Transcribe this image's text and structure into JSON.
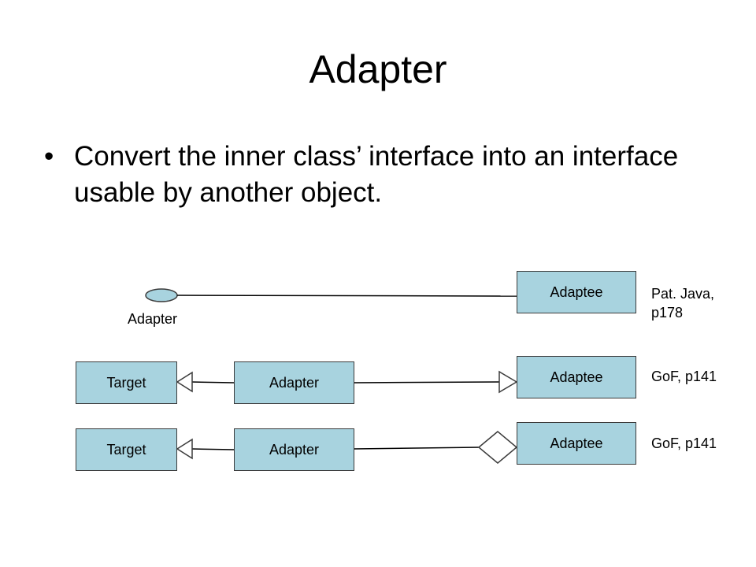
{
  "slide": {
    "title": "Adapter",
    "bullet": "Convert the inner class’ interface into an interface usable by another object."
  },
  "diagram": {
    "colors": {
      "box_fill": "#a8d3df",
      "box_border": "#3b3b3b",
      "line": "#000000"
    },
    "row1": {
      "lollipop_label": "Adapter",
      "adaptee": "Adaptee",
      "reference_line1": "Pat. Java,",
      "reference_line2": "p178"
    },
    "row2": {
      "target": "Target",
      "adapter": "Adapter",
      "adaptee": "Adaptee",
      "reference": "GoF, p141"
    },
    "row3": {
      "target": "Target",
      "adapter": "Adapter",
      "adaptee": "Adaptee",
      "reference": "GoF, p141"
    }
  }
}
